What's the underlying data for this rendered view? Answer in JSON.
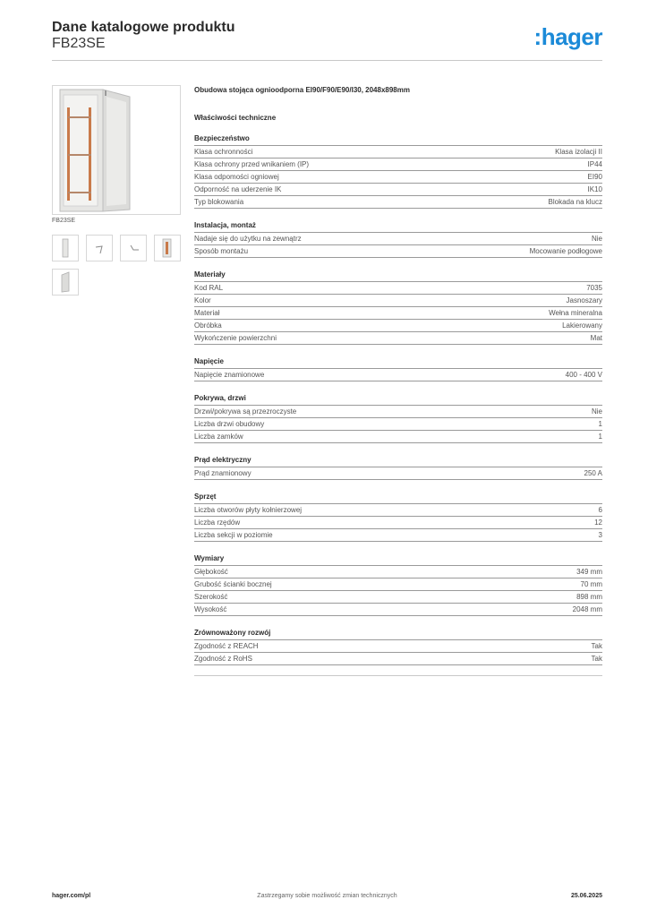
{
  "header": {
    "title": "Dane katalogowe produktu",
    "subtitle": "FB23SE",
    "logo_text": ":hager",
    "logo_icon": "hager-logo",
    "brand_color": "#1b8ad8"
  },
  "gallery": {
    "main_caption": "FB23SE",
    "thumbnails": [
      "cabinet-front-thumb",
      "bracket-thumb",
      "angle-bracket-thumb",
      "cabinet-open-thumb",
      "cabinet-side-thumb"
    ]
  },
  "product_title": "Obudowa stojąca ognioodporna EI90/F90/E90/I30, 2048x898mm",
  "tech_title": "Właściwości techniczne",
  "sections": [
    {
      "title": "Bezpieczeństwo",
      "rows": [
        {
          "label": "Klasa ochronności",
          "value": "Klasa izolacji II"
        },
        {
          "label": "Klasa ochrony przed wnikaniem (IP)",
          "value": "IP44"
        },
        {
          "label": "Klasa odpomości ogniowej",
          "value": "EI90"
        },
        {
          "label": "Odporność na uderzenie IK",
          "value": "IK10"
        },
        {
          "label": "Typ blokowania",
          "value": "Blokada na klucz"
        }
      ]
    },
    {
      "title": "Instalacja, montaż",
      "rows": [
        {
          "label": "Nadaje się do użytku na zewnątrz",
          "value": "Nie"
        },
        {
          "label": "Sposób montażu",
          "value": "Mocowanie podłogowe"
        }
      ]
    },
    {
      "title": "Materiały",
      "rows": [
        {
          "label": "Kod RAL",
          "value": "7035"
        },
        {
          "label": "Kolor",
          "value": "Jasnoszary"
        },
        {
          "label": "Materiał",
          "value": "Wełna mineralna"
        },
        {
          "label": "Obróbka",
          "value": "Lakierowany"
        },
        {
          "label": "Wykończenie powierzchni",
          "value": "Mat"
        }
      ]
    },
    {
      "title": "Napięcie",
      "rows": [
        {
          "label": "Napięcie znamionowe",
          "value": "400 - 400 V"
        }
      ]
    },
    {
      "title": "Pokrywa, drzwi",
      "rows": [
        {
          "label": "Drzwi/pokrywa są przezroczyste",
          "value": "Nie"
        },
        {
          "label": "Liczba drzwi obudowy",
          "value": "1"
        },
        {
          "label": "Liczba zamków",
          "value": "1"
        }
      ]
    },
    {
      "title": "Prąd elektryczny",
      "rows": [
        {
          "label": "Prąd znamionowy",
          "value": "250 A"
        }
      ]
    },
    {
      "title": "Sprzęt",
      "rows": [
        {
          "label": "Liczba otworów płyty kołnierzowej",
          "value": "6"
        },
        {
          "label": "Liczba rzędów",
          "value": "12"
        },
        {
          "label": "Liczba sekcji w poziomie",
          "value": "3"
        }
      ]
    },
    {
      "title": "Wymiary",
      "rows": [
        {
          "label": "Głębokość",
          "value": "349 mm"
        },
        {
          "label": "Grubość ścianki bocznej",
          "value": "70 mm"
        },
        {
          "label": "Szerokość",
          "value": "898 mm"
        },
        {
          "label": "Wysokość",
          "value": "2048 mm"
        }
      ]
    },
    {
      "title": "Zrównoważony rozwój",
      "rows": [
        {
          "label": "Zgodność z REACH",
          "value": "Tak"
        },
        {
          "label": "Zgodność z RoHS",
          "value": "Tak"
        }
      ]
    }
  ],
  "footer": {
    "left": "hager.com/pl",
    "middle": "Zastrzegamy sobie możliwość zmian technicznych",
    "right": "25.06.2025"
  }
}
